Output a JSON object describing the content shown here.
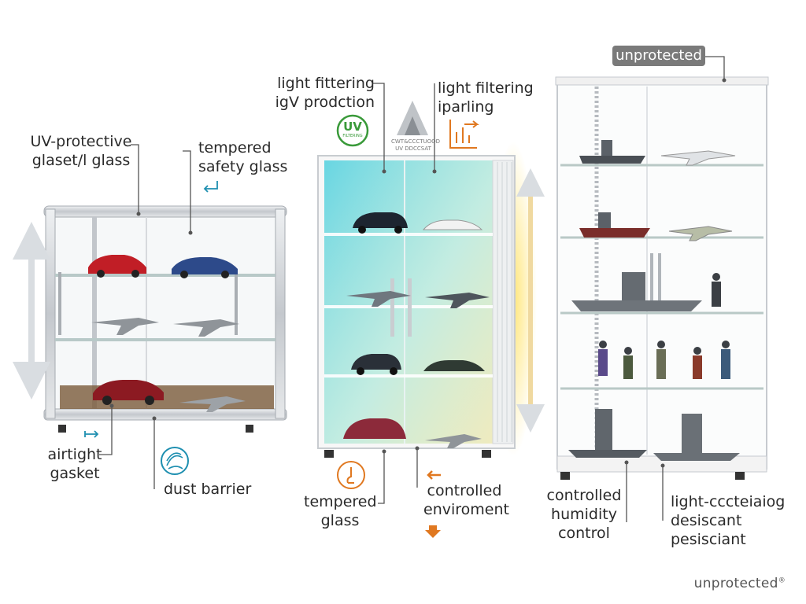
{
  "labels": {
    "uv_protective": [
      "UV-protective",
      "glaset/l glass"
    ],
    "tempered_safety": [
      "tempered",
      "safety glass"
    ],
    "airtight_gasket": [
      "airtight",
      "gasket"
    ],
    "dust_barrier": "dust barrier",
    "light_fittering": [
      "light fittering",
      "igV prodction"
    ],
    "light_filtering": [
      "light filtering",
      "iparling"
    ],
    "tempered_glass": [
      "tempered",
      "glass"
    ],
    "controlled_enviroment": [
      "controlled",
      "enviroment"
    ],
    "unprotected_tag": "unprotected",
    "controlled_humidity": [
      "controlled",
      "humidity",
      "control"
    ],
    "light_desiccant": [
      "light-cccteiaiog",
      "desiscant",
      "pesisciant"
    ],
    "watermark": "unprotected",
    "watermark_mark": "®",
    "uv_badge_text": "UV",
    "uv_badge_sub": "FILTERING",
    "emblem_caption": [
      "CWT&CCCTUOOD",
      "UV DDCCSAT"
    ]
  },
  "colors": {
    "frame": "#c9cdd2",
    "frame_dark": "#9aa0a6",
    "cabinet_white": "#f4f4f4",
    "glass_cyan": "#5fd4e0",
    "glass_glow": "#f2d24a",
    "uv_green": "#3a9a3a",
    "accent_orange": "#e07820",
    "accent_teal": "#1e8fb0",
    "tag_gray": "#7a7a7a",
    "leader": "#555555"
  },
  "icons": [
    "uv-badge-icon",
    "emblem-icon",
    "light-chart-icon",
    "arrow-right-icon",
    "arrow-return-icon",
    "dust-swirl-icon",
    "thermo-icon",
    "arrow-left-icon",
    "arrow-down-icon"
  ]
}
